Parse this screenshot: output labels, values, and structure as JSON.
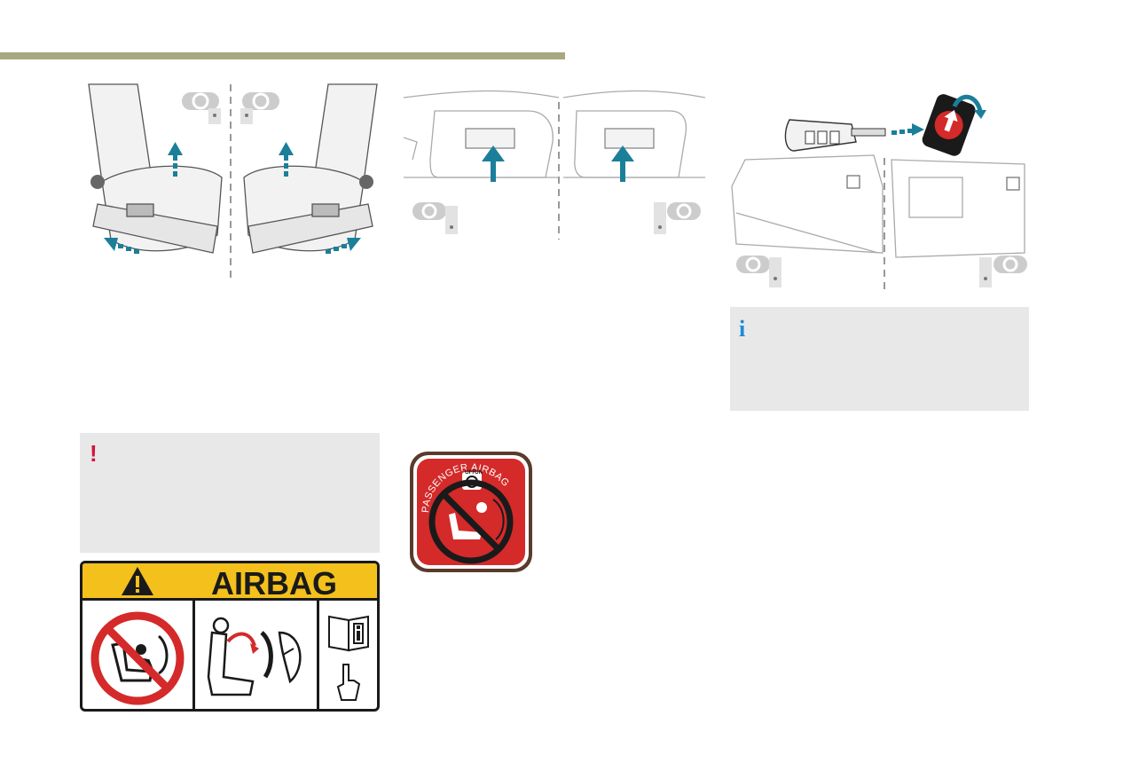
{
  "header": {
    "accent_color": "#a9a77f"
  },
  "seat_panel": {
    "icons": [
      "left-hand-drive-icon",
      "right-hand-drive-icon",
      "up-arrow-icon",
      "left-arrow-icon",
      "right-arrow-icon"
    ]
  },
  "visor_panel": {
    "icons": [
      "up-arrow-icon",
      "left-hand-drive-icon",
      "right-hand-drive-icon"
    ]
  },
  "glovebox_panel": {
    "icons": [
      "key-icon",
      "airbag-switch-icon",
      "rotate-arrow-icon",
      "left-hand-drive-icon",
      "right-hand-drive-icon"
    ]
  },
  "info_box": {
    "glyph": "i",
    "accent_color": "#1a8bd6"
  },
  "warning_box": {
    "glyph": "!",
    "accent_color": "#d0153a"
  },
  "airbag_label": {
    "title": "AIRBAG",
    "header_color": "#f3c01c",
    "icons": [
      "warning-triangle-icon",
      "no-rear-facing-child-seat-icon",
      "airbag-deploy-icon",
      "read-manual-icon"
    ]
  },
  "passenger_airbag_badge": {
    "text": "PASSENGER AIRBAG",
    "switch_off": "OFF",
    "switch_on": "ON",
    "background_color": "#d42a2a"
  }
}
